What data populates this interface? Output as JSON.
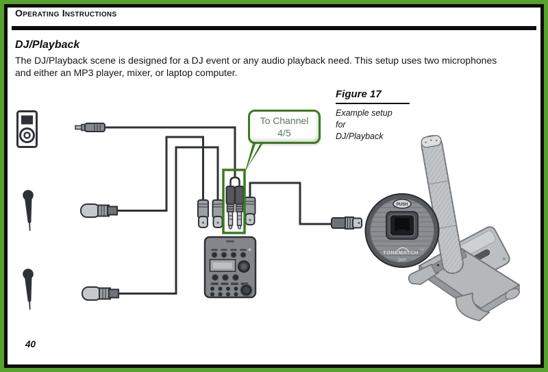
{
  "header": {
    "title": "Operating Instructions"
  },
  "section": {
    "title": "DJ/Playback",
    "body_lines": [
      "The DJ/Playback scene is designed for a DJ event or any audio playback need. This setup uses two microphones",
      "and either an MP3 player, mixer, or laptop computer."
    ]
  },
  "figure": {
    "label": "Figure 17",
    "caption_lines": [
      "Example setup",
      "for",
      "DJ/Playback"
    ]
  },
  "callout": {
    "line1": "To Channel",
    "line2": "4/5"
  },
  "tonematch_port": {
    "push_label": "PUSH",
    "brand": "TONEMATCH",
    "trademark": "TM",
    "port_label": "port"
  },
  "footer": {
    "page_number": "40"
  },
  "colors": {
    "page_border_green": "#58a12e",
    "callout_green": "#3c7a1e",
    "diagram_ink": "#2e3237"
  }
}
